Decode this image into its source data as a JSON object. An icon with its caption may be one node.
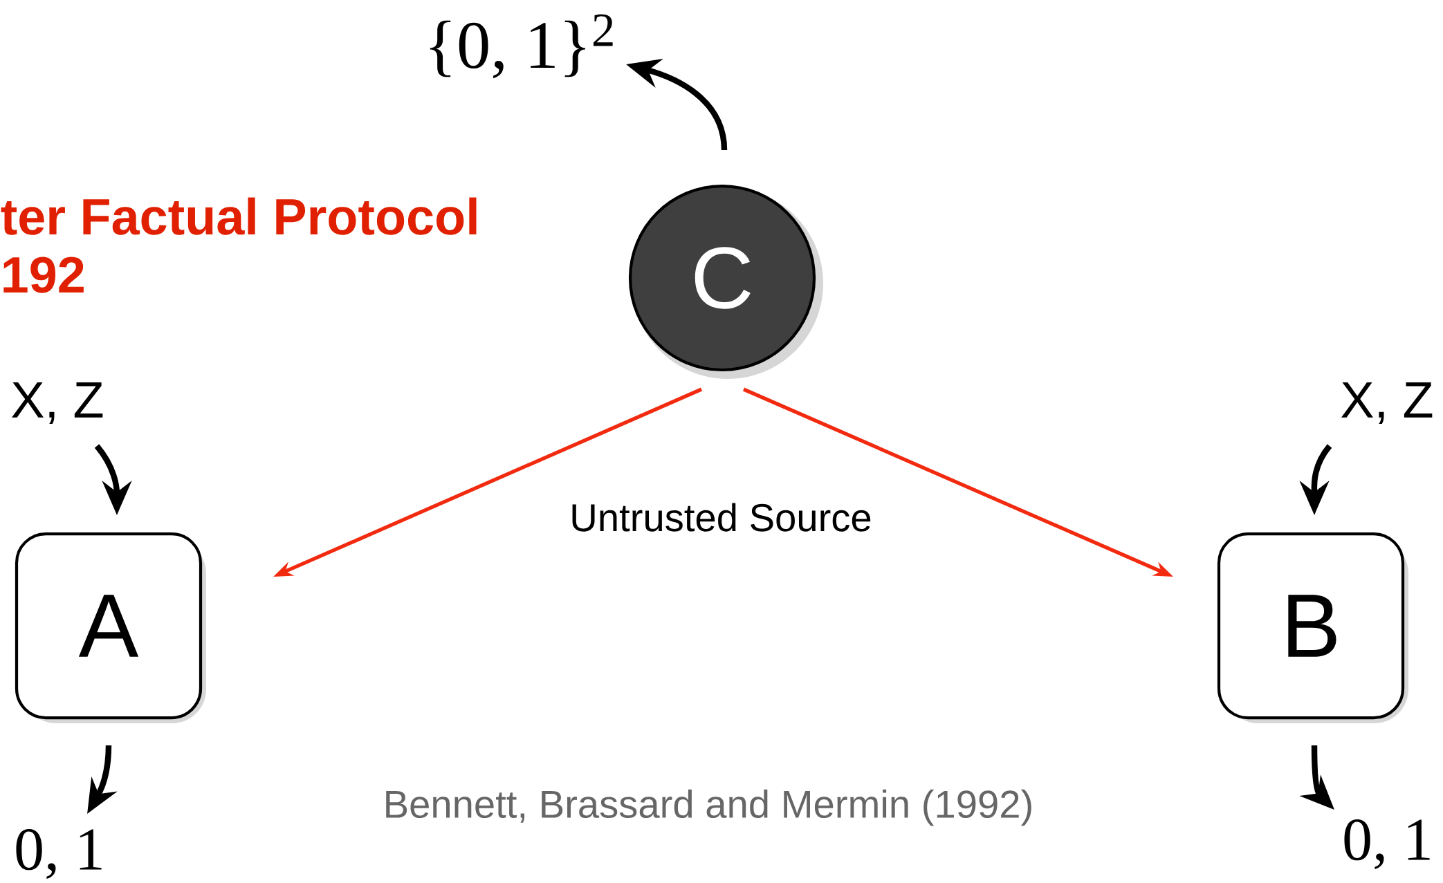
{
  "diagram": {
    "nodes": [
      {
        "text": [
          "C"
        ]
      },
      {
        "text": [
          "A"
        ]
      },
      {
        "text": [
          "B"
        ]
      },
      {
        "text": [
          "{0, 1}$^{2}$"
        ]
      },
      {
        "text": [
          "X, Z"
        ]
      },
      {
        "text": [
          "0, 1"
        ]
      },
      {
        "text": [
          "X, Z"
        ]
      },
      {
        "text": [
          "0, 1"
        ]
      }
    ],
    "edges": [
      {
        "from": 0,
        "to": 3,
        "arrow": "to"
      },
      {
        "from": 0,
        "to": null,
        "arrow": "to",
        "color": "#f22a0f"
      },
      {
        "from": 0,
        "to": null,
        "arrow": "to",
        "color": "#f22a0f"
      },
      {
        "from": 4,
        "to": 1,
        "arrow": "to"
      },
      {
        "from": 1,
        "to": 5,
        "arrow": "to"
      },
      {
        "from": 6,
        "to": 2,
        "arrow": "to"
      },
      {
        "from": 2,
        "to": 7,
        "arrow": "to"
      }
    ],
    "labels": [
      "ter Factual Protocol",
      "192",
      "Untrusted Source",
      "Bennett, Brassard and Mermin (1992)"
    ]
  }
}
